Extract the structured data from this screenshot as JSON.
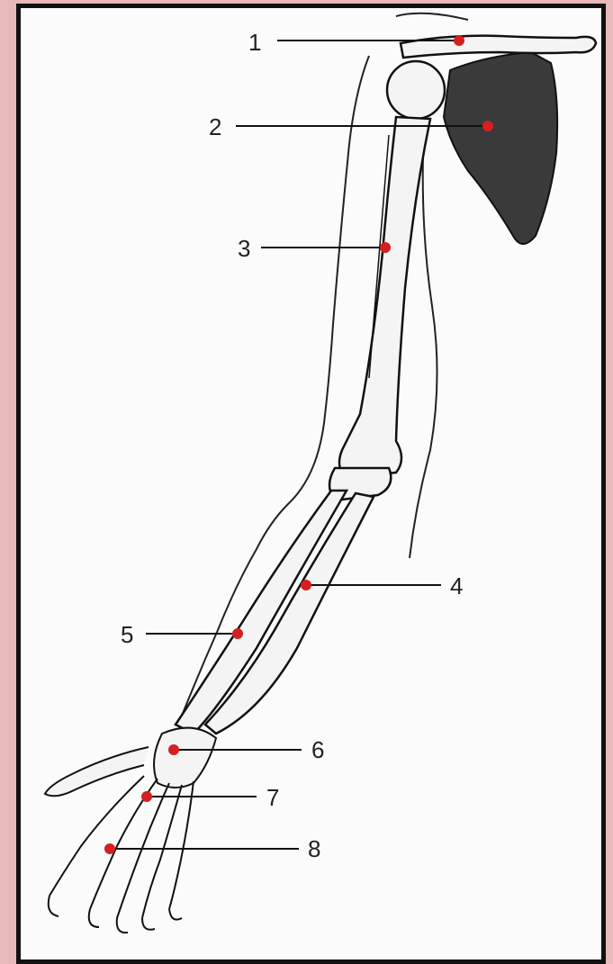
{
  "diagram": {
    "labels": [
      "1",
      "2",
      "3",
      "4",
      "5",
      "6",
      "7",
      "8"
    ],
    "marker_color": "#d42020",
    "background": "#e7b9b9"
  }
}
